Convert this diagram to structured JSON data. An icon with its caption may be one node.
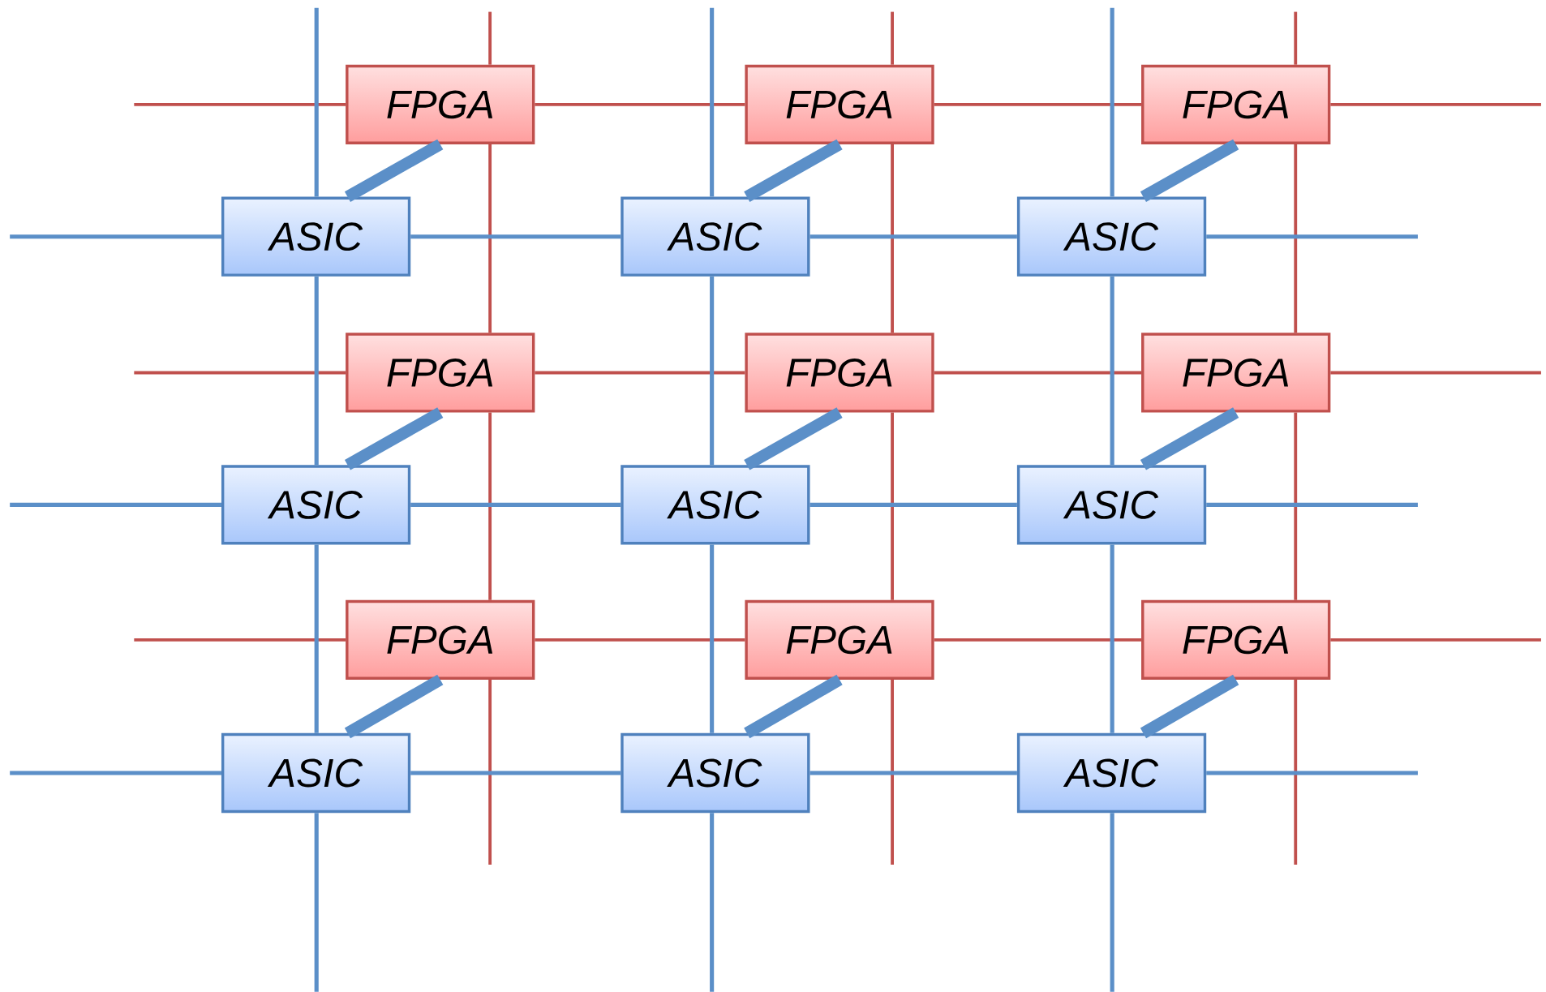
{
  "diagram": {
    "nodes": [
      {
        "text": [
          "FPGA"
        ]
      },
      {
        "text": [
          "FPGA"
        ]
      },
      {
        "text": [
          "FPGA"
        ]
      },
      {
        "text": [
          "ASIC"
        ]
      },
      {
        "text": [
          "ASIC"
        ]
      },
      {
        "text": [
          "ASIC"
        ]
      },
      {
        "text": [
          "FPGA"
        ]
      },
      {
        "text": [
          "FPGA"
        ]
      },
      {
        "text": [
          "FPGA"
        ]
      },
      {
        "text": [
          "ASIC"
        ]
      },
      {
        "text": [
          "ASIC"
        ]
      },
      {
        "text": [
          "ASIC"
        ]
      },
      {
        "text": [
          "FPGA"
        ]
      },
      {
        "text": [
          "FPGA"
        ]
      },
      {
        "text": [
          "FPGA"
        ]
      },
      {
        "text": [
          "ASIC"
        ]
      },
      {
        "text": [
          "ASIC"
        ]
      },
      {
        "text": [
          "ASIC"
        ]
      }
    ],
    "edges": [
      {
        "from": 0,
        "to": 3,
        "arrow": "none",
        "style": "thick"
      },
      {
        "from": 1,
        "to": 4,
        "arrow": "none",
        "style": "thick"
      },
      {
        "from": 2,
        "to": 5,
        "arrow": "none",
        "style": "thick"
      },
      {
        "from": 6,
        "to": 9,
        "arrow": "none",
        "style": "thick"
      },
      {
        "from": 7,
        "to": 10,
        "arrow": "none",
        "style": "thick"
      },
      {
        "from": 8,
        "to": 11,
        "arrow": "none",
        "style": "thick"
      },
      {
        "from": 12,
        "to": 15,
        "arrow": "none",
        "style": "thick"
      },
      {
        "from": 13,
        "to": 16,
        "arrow": "none",
        "style": "thick"
      },
      {
        "from": 14,
        "to": 17,
        "arrow": "none",
        "style": "thick"
      },
      {
        "from": null,
        "to": 0,
        "arrow": "none",
        "color": "#c0504d"
      },
      {
        "from": 0,
        "to": 1,
        "arrow": "none",
        "color": "#c0504d"
      },
      {
        "from": 1,
        "to": 2,
        "arrow": "none",
        "color": "#c0504d"
      },
      {
        "from": 2,
        "to": null,
        "arrow": "none",
        "color": "#c0504d"
      },
      {
        "from": null,
        "to": 6,
        "arrow": "none",
        "color": "#c0504d"
      },
      {
        "from": 6,
        "to": 7,
        "arrow": "none",
        "color": "#c0504d"
      },
      {
        "from": 7,
        "to": 8,
        "arrow": "none",
        "color": "#c0504d"
      },
      {
        "from": 8,
        "to": null,
        "arrow": "none",
        "color": "#c0504d"
      },
      {
        "from": null,
        "to": 12,
        "arrow": "none",
        "color": "#c0504d"
      },
      {
        "from": 12,
        "to": 13,
        "arrow": "none",
        "color": "#c0504d"
      },
      {
        "from": 13,
        "to": 14,
        "arrow": "none",
        "color": "#c0504d"
      },
      {
        "from": 14,
        "to": null,
        "arrow": "none",
        "color": "#c0504d"
      },
      {
        "from": null,
        "to": 0,
        "arrow": "none",
        "color": "#c0504d"
      },
      {
        "from": 0,
        "to": 6,
        "arrow": "none",
        "color": "#c0504d"
      },
      {
        "from": 6,
        "to": 12,
        "arrow": "none",
        "color": "#c0504d"
      },
      {
        "from": 12,
        "to": null,
        "arrow": "none",
        "color": "#c0504d"
      },
      {
        "from": null,
        "to": 1,
        "arrow": "none",
        "color": "#c0504d"
      },
      {
        "from": 1,
        "to": 7,
        "arrow": "none",
        "color": "#c0504d"
      },
      {
        "from": 7,
        "to": 13,
        "arrow": "none",
        "color": "#c0504d"
      },
      {
        "from": 13,
        "to": null,
        "arrow": "none",
        "color": "#c0504d"
      },
      {
        "from": null,
        "to": 2,
        "arrow": "none",
        "color": "#c0504d"
      },
      {
        "from": 2,
        "to": 8,
        "arrow": "none",
        "color": "#c0504d"
      },
      {
        "from": 8,
        "to": 14,
        "arrow": "none",
        "color": "#c0504d"
      },
      {
        "from": 14,
        "to": null,
        "arrow": "none",
        "color": "#c0504d"
      },
      {
        "from": null,
        "to": 3,
        "arrow": "none"
      },
      {
        "from": 3,
        "to": 4,
        "arrow": "none"
      },
      {
        "from": 4,
        "to": 5,
        "arrow": "none"
      },
      {
        "from": 5,
        "to": null,
        "arrow": "none"
      },
      {
        "from": null,
        "to": 9,
        "arrow": "none"
      },
      {
        "from": 9,
        "to": 10,
        "arrow": "none"
      },
      {
        "from": 10,
        "to": 11,
        "arrow": "none"
      },
      {
        "from": 11,
        "to": null,
        "arrow": "none"
      },
      {
        "from": null,
        "to": 15,
        "arrow": "none"
      },
      {
        "from": 15,
        "to": 16,
        "arrow": "none"
      },
      {
        "from": 16,
        "to": 17,
        "arrow": "none"
      },
      {
        "from": 17,
        "to": null,
        "arrow": "none"
      },
      {
        "from": null,
        "to": 3,
        "arrow": "none"
      },
      {
        "from": 3,
        "to": 9,
        "arrow": "none"
      },
      {
        "from": 9,
        "to": 15,
        "arrow": "none"
      },
      {
        "from": 15,
        "to": null,
        "arrow": "none"
      },
      {
        "from": null,
        "to": 4,
        "arrow": "none"
      },
      {
        "from": 4,
        "to": 10,
        "arrow": "none"
      },
      {
        "from": 10,
        "to": 16,
        "arrow": "none"
      },
      {
        "from": 16,
        "to": null,
        "arrow": "none"
      },
      {
        "from": null,
        "to": 5,
        "arrow": "none"
      },
      {
        "from": 5,
        "to": 11,
        "arrow": "none"
      },
      {
        "from": 11,
        "to": 17,
        "arrow": "none"
      },
      {
        "from": 17,
        "to": null,
        "arrow": "none"
      }
    ]
  }
}
